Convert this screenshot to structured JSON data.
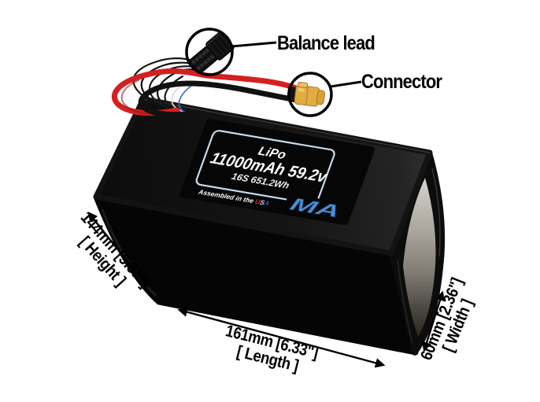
{
  "callouts": {
    "balance_lead": "Balance lead",
    "connector": "Connector"
  },
  "battery_label": {
    "chemistry": "LiPo",
    "capacity_voltage": "11000mAh 59.2v",
    "cell_config_energy": "16S 651.2Wh",
    "assembled_prefix": "Assembled in the ",
    "usa": {
      "u": "U",
      "s": "S",
      "a": "A"
    },
    "brand_logo": "MA"
  },
  "dimensions": {
    "height": {
      "measurement": "144mm [5.67\"]",
      "label": "[ Height ]"
    },
    "length": {
      "measurement": "161mm [6.33\"]",
      "label": "[ Length ]"
    },
    "width": {
      "measurement": "60mm [2.36\"]",
      "label": "[ Width ]"
    }
  },
  "colors": {
    "background": "#ffffff",
    "battery_body": "#0d0d0d",
    "label_border": "#c6dcf0",
    "label_text": "#ffffff",
    "brand_blue": "#4a8fd4",
    "wire_red": "#d42020",
    "connector_yellow": "#e2ac42",
    "usa_red": "#d03030",
    "usa_white": "#cfcfcf",
    "usa_blue": "#2a52c8",
    "annotation": "#000000"
  }
}
